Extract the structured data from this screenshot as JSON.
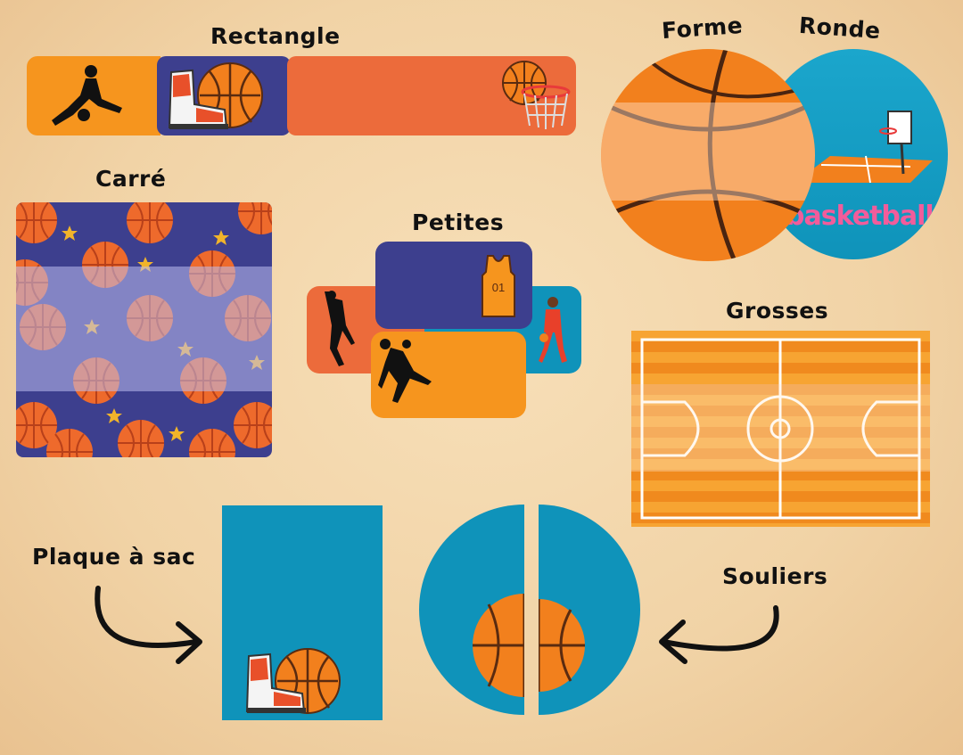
{
  "labels": {
    "rectangle": "Rectangle",
    "carre": "Carré",
    "petites": "Petites",
    "forme": "Forme",
    "ronde": "Ronde",
    "grosses": "Grosses",
    "plaque_a_sac": "Plaque à sac",
    "souliers": "Souliers"
  },
  "badges": {
    "jersey_number": "01",
    "basketball_word": "basketball"
  },
  "colors": {
    "background": "#f1d3a6",
    "orange": "#f6951e",
    "coral": "#ec6b3b",
    "navy": "#3d3f8e",
    "teal": "#0f93ba",
    "court": "#f7a432"
  },
  "icons": [
    "player-silhouette-icon",
    "sneaker-basketball-icon",
    "basketball-hoop-icon",
    "jersey-icon",
    "dunking-player-icon",
    "running-player-icon",
    "basketball-icon",
    "curved-arrow-icon"
  ]
}
